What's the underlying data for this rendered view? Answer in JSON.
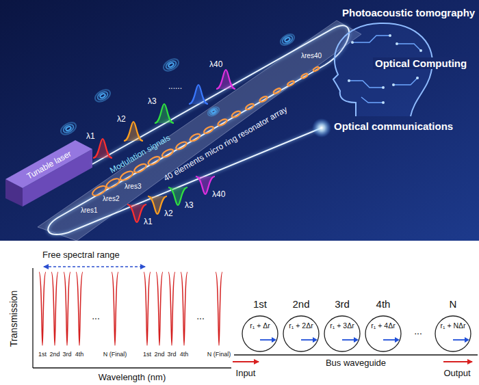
{
  "diagram": {
    "nodes": [
      {
        "text": [
          "1st",
          "r₁ + Δr"
        ]
      },
      {
        "text": [
          "2nd",
          "r₁ + 2Δr"
        ]
      },
      {
        "text": [
          "3rd",
          "r₁ + 3Δr"
        ]
      },
      {
        "text": [
          "4th",
          "r₁ + 4Δr"
        ]
      },
      {
        "text": [
          "N",
          "r₁ + NΔr"
        ]
      }
    ],
    "labels": [
      "Tunable laser",
      "λ1",
      "λ2",
      "λ3",
      "......",
      "λ40",
      "Modulation signals",
      "λres40",
      "λres3",
      "λres2",
      "λres1",
      "40 elements micro ring resonator array",
      "λ1",
      "λ2",
      "λ3",
      "λ40",
      "Photoacoustic tomography",
      "Optical Computing",
      "Optical communications",
      "Free spectral range",
      "Transmission",
      "Wavelength (nm)",
      "1st",
      "2nd",
      "3rd",
      "4th",
      "...",
      "N (Final)",
      "1st",
      "2nd",
      "3rd",
      "4th",
      "...",
      "N (Final)",
      "...",
      "Bus waveguide",
      "Input",
      "Output"
    ]
  }
}
